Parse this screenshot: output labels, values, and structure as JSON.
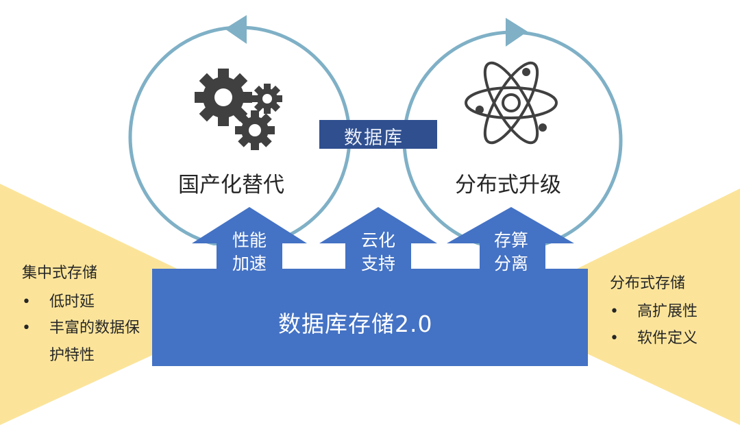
{
  "circles": [
    {
      "title": "国产化替代",
      "icon": "gears-icon"
    },
    {
      "title": "分布式升级",
      "icon": "atom-icon"
    }
  ],
  "center_badge": "数据库",
  "arrows": [
    {
      "line1": "性能",
      "line2": "加速"
    },
    {
      "line1": "云化",
      "line2": "支持"
    },
    {
      "line1": "存算",
      "line2": "分离"
    }
  ],
  "main_bar": "数据库存储2.0",
  "left_panel": {
    "title": "集中式存储",
    "bullet_glyph": "•",
    "bullets": [
      "低时延",
      "丰富的数据保",
      "护特性"
    ]
  },
  "right_panel": {
    "title": "分布式存储",
    "bullet_glyph": "•",
    "bullets": [
      "高扩展性",
      "软件定义"
    ]
  },
  "colors": {
    "ring": "#7fb0c6",
    "blue": "#4472c4",
    "badge": "#2f4f8f",
    "yellow": "#fbe49a",
    "icon": "#404040"
  }
}
